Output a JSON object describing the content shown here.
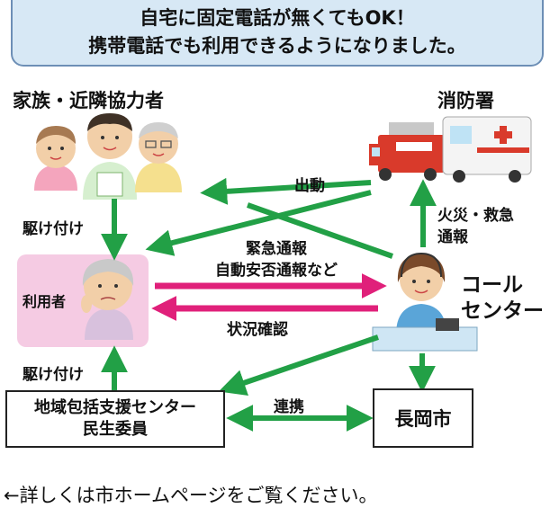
{
  "banner": {
    "line1": "自宅に固定電話が無くてもOK！",
    "line2": "携帯電話でも利用できるようになりました。"
  },
  "nodes": {
    "family": "家族・近隣協力者",
    "fire_dept": "消防署",
    "user": "利用者",
    "call_center_line1": "コール",
    "call_center_line2": "センター",
    "support_center_line1": "地域包括支援センター",
    "support_center_line2": "民生委員",
    "city": "長岡市"
  },
  "flows": {
    "dispatch": "出動",
    "rush_top": "駆け付け",
    "rush_bottom": "駆け付け",
    "fire_rescue_line1": "火災・救急",
    "fire_rescue_line2": "通報",
    "emergency_line1": "緊急通報",
    "emergency_line2": "自動安否通報など",
    "status_check": "状況確認",
    "cooperation": "連携"
  },
  "footer": "←詳しくは市ホームページをご覧ください。",
  "colors": {
    "green": "#22a046",
    "magenta": "#e0207a",
    "banner_bg": "#d7e8f5",
    "user_bg": "#f5cbe3"
  }
}
